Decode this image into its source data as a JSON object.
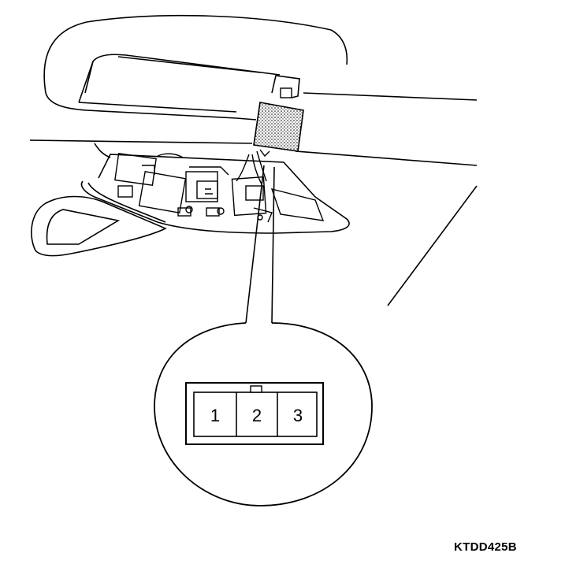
{
  "connector": {
    "pins": [
      "1",
      "2",
      "3"
    ]
  },
  "figure_id": "KTDD425B"
}
